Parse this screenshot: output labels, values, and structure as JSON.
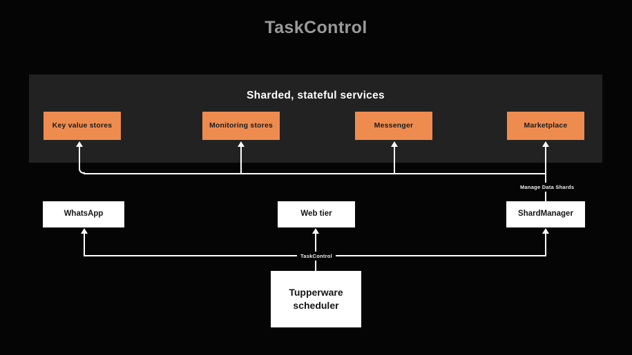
{
  "diagram": {
    "title": "TaskControl",
    "panel": {
      "heading": "Sharded, stateful services",
      "services": [
        {
          "label": "Key value stores"
        },
        {
          "label": "Monitoring stores"
        },
        {
          "label": "Messenger"
        },
        {
          "label": "Marketplace"
        }
      ]
    },
    "nodes": [
      {
        "label": "WhatsApp"
      },
      {
        "label": "Web tier"
      },
      {
        "label": "ShardManager"
      }
    ],
    "scheduler": {
      "line1": "Tupperware",
      "line2": "scheduler"
    },
    "edge_labels": {
      "manage_data_shards": "Manage Data Shards",
      "task_control": "TaskControl"
    },
    "colors": {
      "background": "#050505",
      "panel": "#222222",
      "service_box": "#ee8c50",
      "node_box": "#ffffff",
      "title_text": "#9a9a9a",
      "connector": "#ffffff"
    }
  }
}
